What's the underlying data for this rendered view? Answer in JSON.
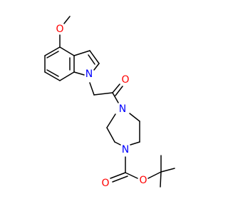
{
  "atom_labels": {
    "methoxy_oxygen": "O",
    "indole_nitrogen": "N",
    "carbonyl_oxygen": "O",
    "piperazine_n_top": "N",
    "piperazine_n_bottom": "N",
    "carbamate_carbonyl_oxygen": "O",
    "carbamate_ester_oxygen": "O"
  },
  "colors": {
    "carbon": "#000000",
    "oxygen": "#ff0000",
    "nitrogen": "#0000ff",
    "background": "#ffffff"
  }
}
